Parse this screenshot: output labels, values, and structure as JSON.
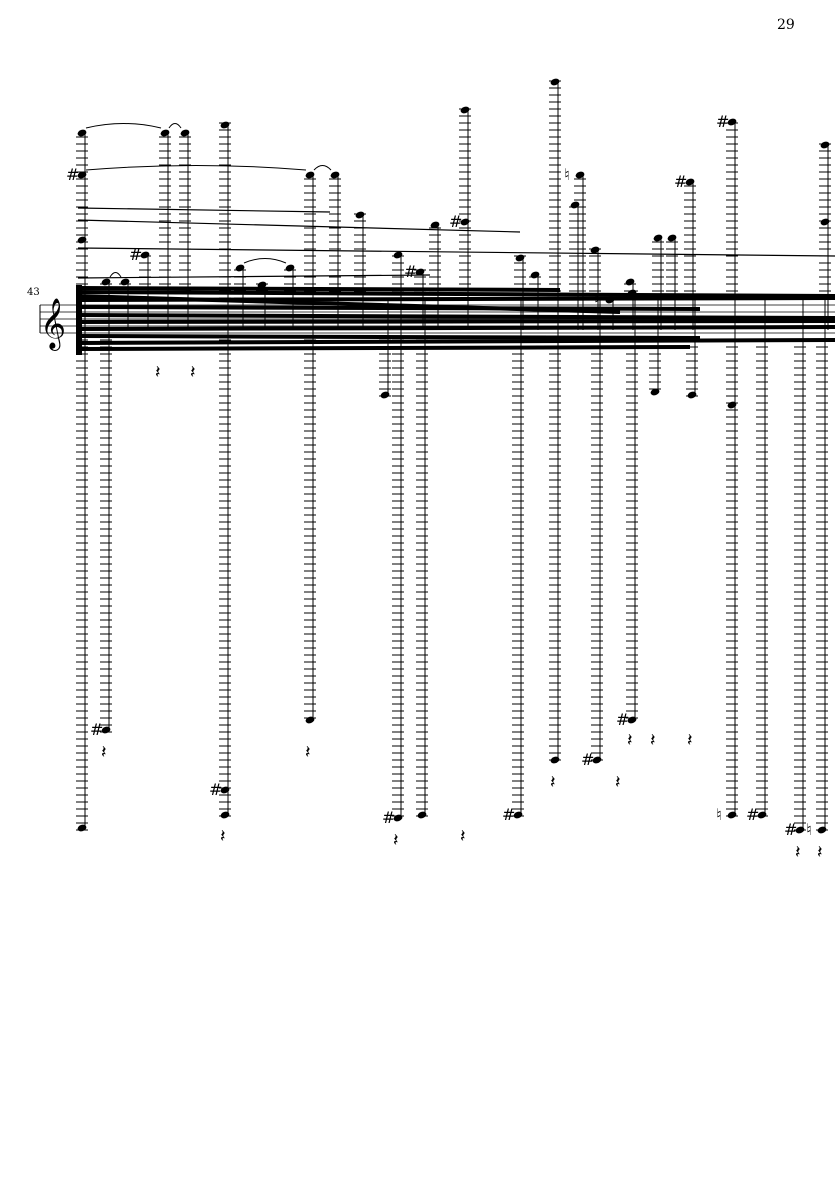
{
  "page": {
    "page_number": "29"
  },
  "system": {
    "measure_number": "43",
    "clef": "treble-clef"
  },
  "colors": {
    "ink": "#000000",
    "paper": "#ffffff"
  }
}
